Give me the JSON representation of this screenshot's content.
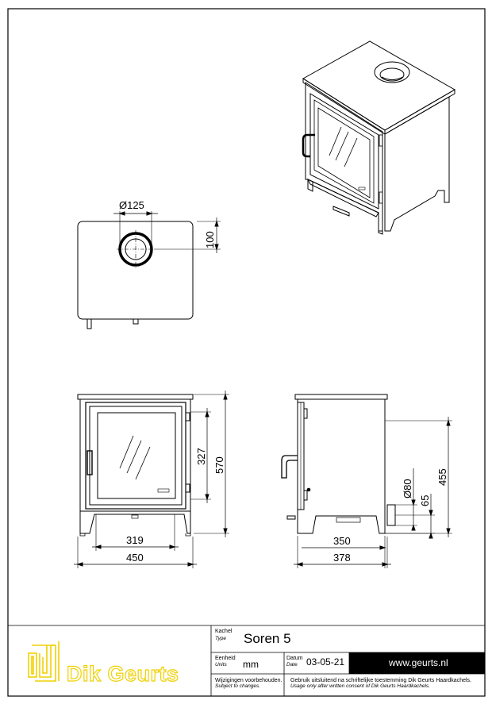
{
  "colors": {
    "line": "#000000",
    "logo": "#f0d000",
    "url_bar": "#000000",
    "url_text": "#ffffff"
  },
  "views": {
    "top": {
      "diameter_label": "Ø125",
      "depth_label": "100"
    },
    "front": {
      "height_label": "570",
      "inner_label": "327",
      "width_inner_label": "319",
      "width_label": "450"
    },
    "side": {
      "height_label": "455",
      "flue_diameter_label": "Ø80",
      "flue_height_label": "65",
      "depth_inner_label": "350",
      "depth_label": "378"
    }
  },
  "title_block": {
    "logo_text": "Dik Geurts",
    "type_label_nl": "Kachel",
    "type_label_en": "Type",
    "type_value": "Soren 5",
    "unit_label_nl": "Eenheid",
    "unit_label_en": "Units",
    "unit_value": "mm",
    "date_label_nl": "Datum",
    "date_label_en": "Date",
    "date_value": "03-05-21",
    "website": "www.geurts.nl",
    "changes_nl": "Wijzigingen voorbehouden.",
    "changes_en": "Subject to changes.",
    "usage_nl": "Gebruik uitsluitend na schriftelijke toestemming Dik Geurts Haardkachels.",
    "usage_en": "Usage only after written consent of Dik Geurts Haardkachels."
  }
}
